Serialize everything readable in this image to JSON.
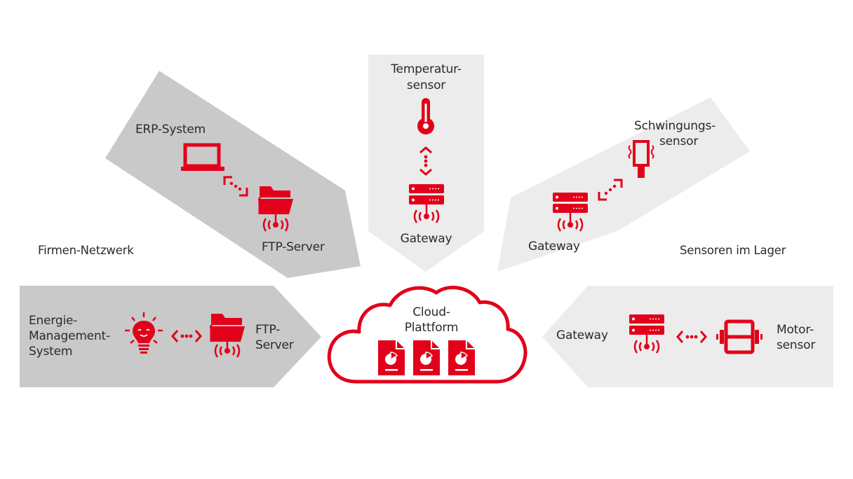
{
  "colors": {
    "accent": "#e2001a",
    "panel_dark": "#c9c9c9",
    "panel_light": "#ececec",
    "text": "#2b2b2b",
    "background": "#ffffff"
  },
  "groups": {
    "left": "Firmen-Netzwerk",
    "right": "Sensoren im Lager"
  },
  "panels": {
    "erp": {
      "source_label": "ERP-System",
      "target_label": "FTP-Server",
      "source_icon": "laptop-icon",
      "link_icon": "bidirectional-arrow-icon",
      "target_icon": "network-folder-icon"
    },
    "temperature": {
      "source_label_line1": "Temperatur-",
      "source_label_line2": "sensor",
      "target_label": "Gateway",
      "source_icon": "thermometer-icon",
      "link_icon": "bidirectional-arrow-icon",
      "target_icon": "gateway-server-icon"
    },
    "vibration": {
      "source_label_line1": "Schwingungs-",
      "source_label_line2": "sensor",
      "target_label": "Gateway",
      "source_icon": "vibration-sensor-icon",
      "link_icon": "bidirectional-arrow-icon",
      "target_icon": "gateway-server-icon"
    },
    "energy": {
      "source_label_line1": "Energie-",
      "source_label_line2": "Management-",
      "source_label_line3": "System",
      "target_label_line1": "FTP-",
      "target_label_line2": "Server",
      "source_icon": "lightbulb-icon",
      "link_icon": "bidirectional-arrow-icon",
      "target_icon": "network-folder-icon"
    },
    "motor": {
      "source_label_line1": "Motor-",
      "source_label_line2": "sensor",
      "target_label": "Gateway",
      "source_icon": "motor-icon",
      "link_icon": "bidirectional-arrow-icon",
      "target_icon": "gateway-server-icon"
    }
  },
  "cloud": {
    "label_line1": "Cloud-",
    "label_line2": "Plattform",
    "icon": "cloud-icon",
    "documents": [
      "report-chart-document-icon",
      "report-chart-document-icon",
      "report-chart-document-icon"
    ]
  }
}
